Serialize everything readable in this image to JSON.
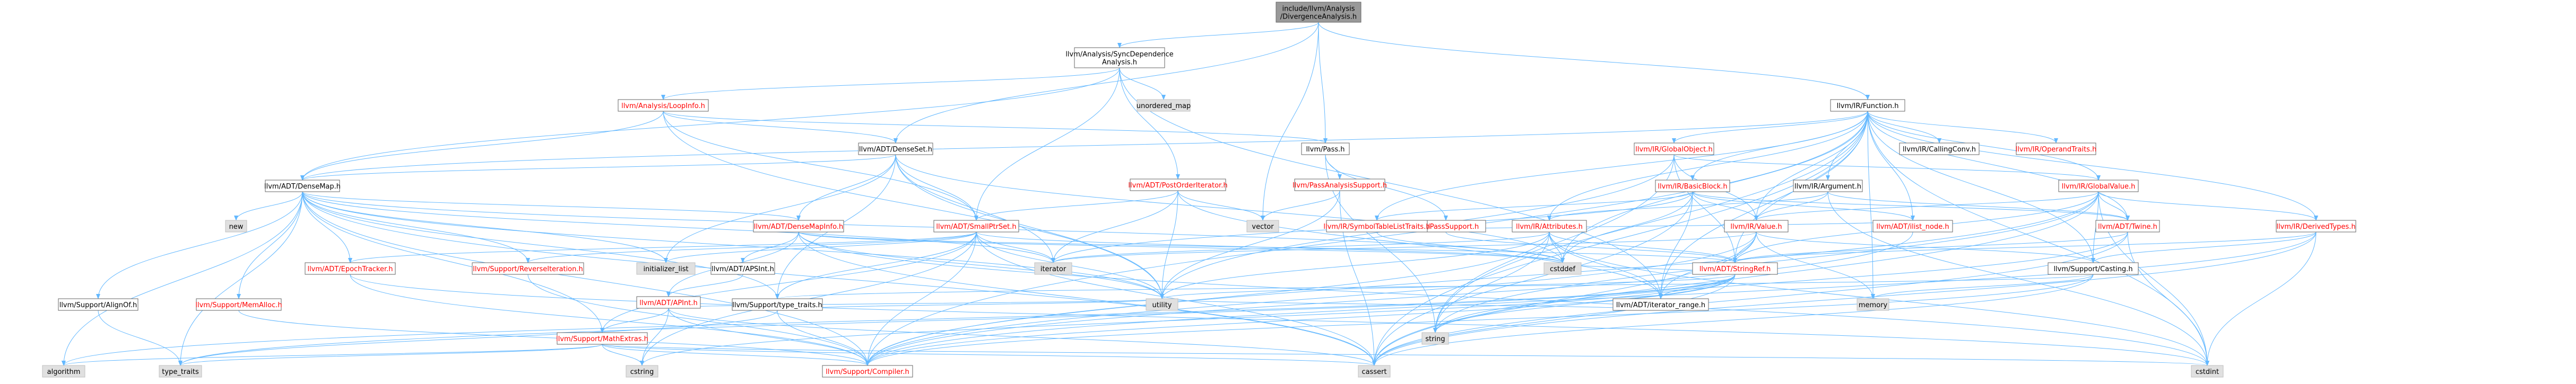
{
  "title": "include/llvm/Analysis/DivergenceAnalysis.h include dependency graph",
  "colors": {
    "root_fill": "#999999",
    "doc_fill": "#ffffff",
    "red_text": "#ff0000",
    "sys_fill": "#e0e0e0",
    "edge": "#63b8ff",
    "border": "#666666"
  },
  "nodes": [
    {
      "id": "root",
      "lines": [
        "include/llvm/Analysis",
        "/DivergenceAnalysis.h"
      ],
      "kind": "root"
    },
    {
      "id": "sync",
      "lines": [
        "llvm/Analysis/SyncDependence",
        "Analysis.h"
      ],
      "kind": "doc"
    },
    {
      "id": "loopinfo",
      "lines": [
        "llvm/Analysis/LoopInfo.h"
      ],
      "kind": "red"
    },
    {
      "id": "unordered_map",
      "lines": [
        "unordered_map"
      ],
      "kind": "sys"
    },
    {
      "id": "densemap",
      "lines": [
        "llvm/ADT/DenseMap.h"
      ],
      "kind": "doc"
    },
    {
      "id": "denseset",
      "lines": [
        "llvm/ADT/DenseSet.h"
      ],
      "kind": "doc"
    },
    {
      "id": "pass",
      "lines": [
        "llvm/Pass.h"
      ],
      "kind": "doc"
    },
    {
      "id": "postorder",
      "lines": [
        "llvm/ADT/PostOrderIterator.h"
      ],
      "kind": "red"
    },
    {
      "id": "smallptrset",
      "lines": [
        "llvm/ADT/SmallPtrSet.h"
      ],
      "kind": "red"
    },
    {
      "id": "passanalysis",
      "lines": [
        "llvm/PassAnalysisSupport.h"
      ],
      "kind": "red"
    },
    {
      "id": "passsupport",
      "lines": [
        "llvm/PassSupport.h"
      ],
      "kind": "red"
    },
    {
      "id": "new",
      "lines": [
        "new"
      ],
      "kind": "sys"
    },
    {
      "id": "densemapinfo",
      "lines": [
        "llvm/ADT/DenseMapInfo.h"
      ],
      "kind": "red"
    },
    {
      "id": "epoch",
      "lines": [
        "llvm/ADT/EpochTracker.h"
      ],
      "kind": "red"
    },
    {
      "id": "reverseiter",
      "lines": [
        "llvm/Support/ReverseIteration.h"
      ],
      "kind": "red"
    },
    {
      "id": "apint",
      "lines": [
        "llvm/ADT/APInt.h"
      ],
      "kind": "red"
    },
    {
      "id": "apsint",
      "lines": [
        "llvm/ADT/APSInt.h"
      ],
      "kind": "doc"
    },
    {
      "id": "alignof",
      "lines": [
        "llvm/Support/AlignOf.h"
      ],
      "kind": "doc"
    },
    {
      "id": "memalloc",
      "lines": [
        "llvm/Support/MemAlloc.h"
      ],
      "kind": "red"
    },
    {
      "id": "mathextras",
      "lines": [
        "llvm/Support/MathExtras.h"
      ],
      "kind": "red"
    },
    {
      "id": "typetraits_s",
      "lines": [
        "llvm/Support/type_traits.h"
      ],
      "kind": "doc"
    },
    {
      "id": "initializer_list",
      "lines": [
        "initializer_list"
      ],
      "kind": "sys"
    },
    {
      "id": "iterator",
      "lines": [
        "iterator"
      ],
      "kind": "sys"
    },
    {
      "id": "vector",
      "lines": [
        "vector"
      ],
      "kind": "sys"
    },
    {
      "id": "cstddef",
      "lines": [
        "cstddef"
      ],
      "kind": "sys"
    },
    {
      "id": "utility",
      "lines": [
        "utility"
      ],
      "kind": "sys"
    },
    {
      "id": "algorithm",
      "lines": [
        "algorithm"
      ],
      "kind": "sys"
    },
    {
      "id": "type_traits",
      "lines": [
        "type_traits"
      ],
      "kind": "sys"
    },
    {
      "id": "cstring",
      "lines": [
        "cstring"
      ],
      "kind": "sys"
    },
    {
      "id": "compiler",
      "lines": [
        "llvm/Support/Compiler.h"
      ],
      "kind": "red"
    },
    {
      "id": "cassert",
      "lines": [
        "cassert"
      ],
      "kind": "sys"
    },
    {
      "id": "cstdint",
      "lines": [
        "cstdint"
      ],
      "kind": "sys"
    },
    {
      "id": "string",
      "lines": [
        "string"
      ],
      "kind": "sys"
    },
    {
      "id": "memory",
      "lines": [
        "memory"
      ],
      "kind": "sys"
    },
    {
      "id": "function",
      "lines": [
        "llvm/IR/Function.h"
      ],
      "kind": "doc"
    },
    {
      "id": "globalobject",
      "lines": [
        "llvm/IR/GlobalObject.h"
      ],
      "kind": "red"
    },
    {
      "id": "callingconv",
      "lines": [
        "llvm/IR/CallingConv.h"
      ],
      "kind": "doc"
    },
    {
      "id": "operandtraits",
      "lines": [
        "llvm/IR/OperandTraits.h"
      ],
      "kind": "red"
    },
    {
      "id": "basicblock",
      "lines": [
        "llvm/IR/BasicBlock.h"
      ],
      "kind": "red"
    },
    {
      "id": "argument",
      "lines": [
        "llvm/IR/Argument.h"
      ],
      "kind": "doc"
    },
    {
      "id": "globalvalue",
      "lines": [
        "llvm/IR/GlobalValue.h"
      ],
      "kind": "red"
    },
    {
      "id": "attributes",
      "lines": [
        "llvm/IR/Attributes.h"
      ],
      "kind": "red"
    },
    {
      "id": "symtab",
      "lines": [
        "llvm/IR/SymbolTableListTraits.h"
      ],
      "kind": "red"
    },
    {
      "id": "value",
      "lines": [
        "llvm/IR/Value.h"
      ],
      "kind": "red"
    },
    {
      "id": "ilistnode",
      "lines": [
        "llvm/ADT/ilist_node.h"
      ],
      "kind": "red"
    },
    {
      "id": "twine",
      "lines": [
        "llvm/ADT/Twine.h"
      ],
      "kind": "red"
    },
    {
      "id": "derivedtypes",
      "lines": [
        "llvm/IR/DerivedTypes.h"
      ],
      "kind": "red"
    },
    {
      "id": "stringref",
      "lines": [
        "llvm/ADT/StringRef.h"
      ],
      "kind": "red"
    },
    {
      "id": "casting",
      "lines": [
        "llvm/Support/Casting.h"
      ],
      "kind": "doc"
    },
    {
      "id": "iterrange",
      "lines": [
        "llvm/ADT/iterator_range.h"
      ],
      "kind": "doc"
    }
  ]
}
